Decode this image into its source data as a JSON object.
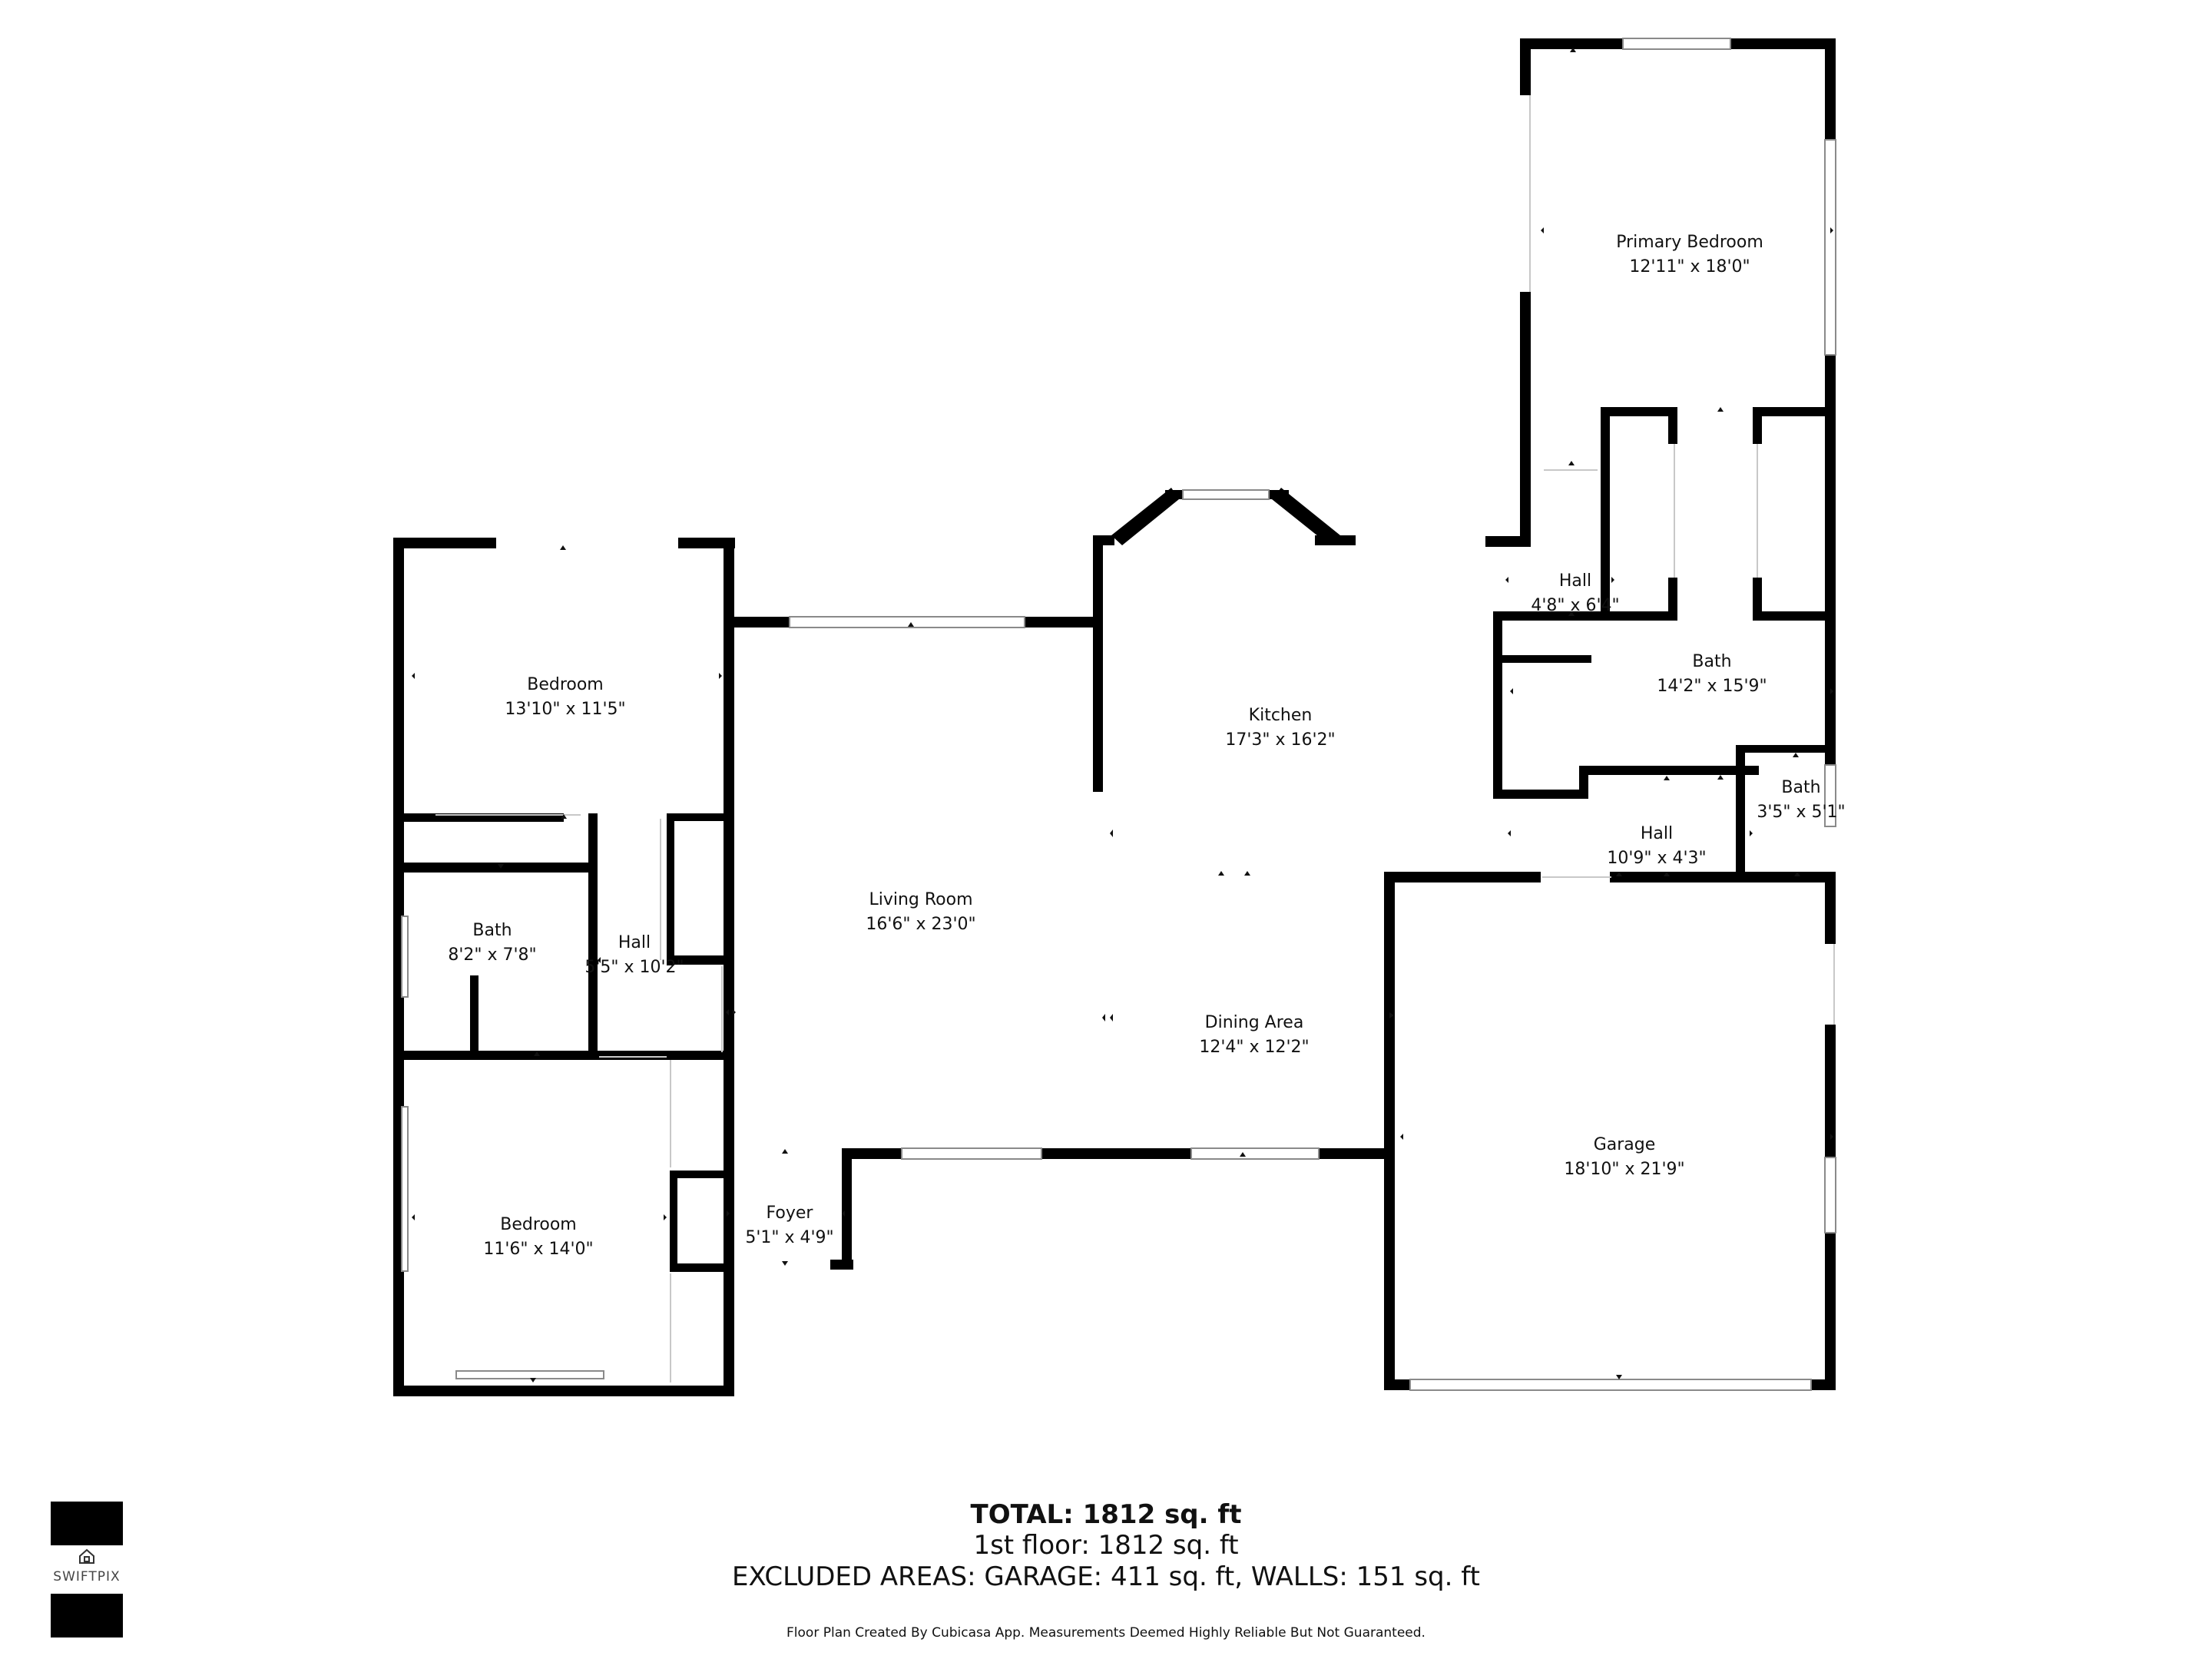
{
  "rooms": [
    {
      "id": "primary-bedroom",
      "name": "Primary Bedroom",
      "dims": "12'11\" x 18'0\""
    },
    {
      "id": "hall-upper",
      "name": "Hall",
      "dims": "4'8\" x 6'4\""
    },
    {
      "id": "bath-primary",
      "name": "Bath",
      "dims": "14'2\" x 15'9\""
    },
    {
      "id": "bath-small",
      "name": "Bath",
      "dims": "3'5\" x 5'1\""
    },
    {
      "id": "hall-right",
      "name": "Hall",
      "dims": "10'9\" x 4'3\""
    },
    {
      "id": "kitchen",
      "name": "Kitchen",
      "dims": "17'3\" x 16'2\""
    },
    {
      "id": "living-room",
      "name": "Living Room",
      "dims": "16'6\" x 23'0\""
    },
    {
      "id": "dining-area",
      "name": "Dining Area",
      "dims": "12'4\" x 12'2\""
    },
    {
      "id": "garage",
      "name": "Garage",
      "dims": "18'10\" x 21'9\""
    },
    {
      "id": "bedroom-top",
      "name": "Bedroom",
      "dims": "13'10\" x 11'5\""
    },
    {
      "id": "bath-left",
      "name": "Bath",
      "dims": "8'2\" x 7'8\""
    },
    {
      "id": "hall-left",
      "name": "Hall",
      "dims": "5'5\" x 10'2\""
    },
    {
      "id": "bedroom-bottom",
      "name": "Bedroom",
      "dims": "11'6\" x 14'0\""
    },
    {
      "id": "foyer",
      "name": "Foyer",
      "dims": "5'1\" x 4'9\""
    }
  ],
  "summary": {
    "total": "TOTAL: 1812 sq. ft",
    "floor1": "1st floor: 1812 sq. ft",
    "excluded": "EXCLUDED AREAS: GARAGE: 411 sq. ft, WALLS: 151 sq. ft",
    "disclaimer": "Floor Plan Created By Cubicasa App. Measurements Deemed Highly Reliable But Not Guaranteed."
  },
  "logo": {
    "name": "SWIFTPIX",
    "icon": "house-icon"
  }
}
